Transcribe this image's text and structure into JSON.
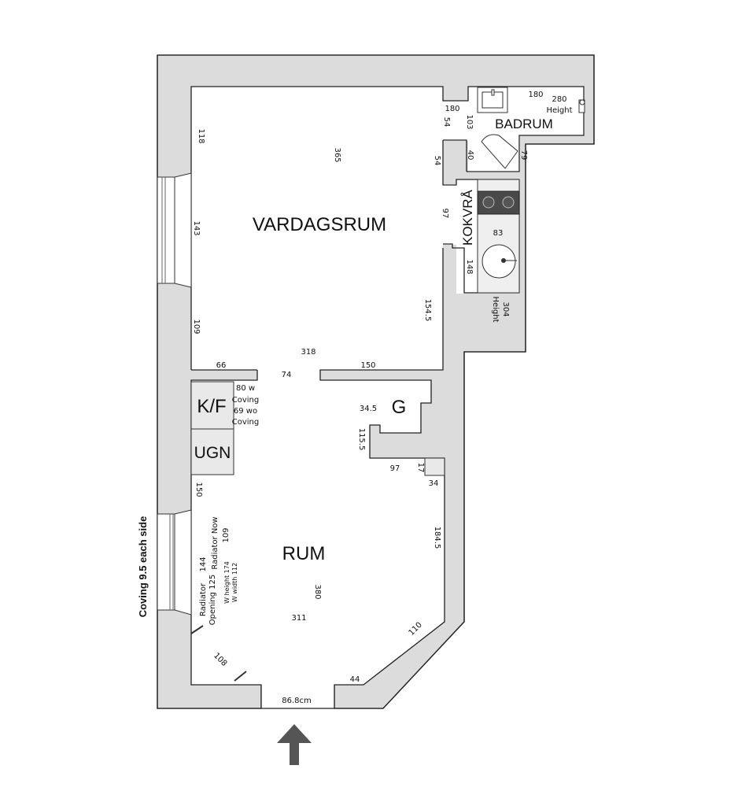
{
  "rooms": {
    "vardagsrum": "VARDAGSRUM",
    "badrum": "BADRUM",
    "kokvra": "KOKVRÅ",
    "rum": "RUM",
    "kf": "K/F",
    "ugn": "UGN",
    "g": "G"
  },
  "dimensions": {
    "d118": "118",
    "d365": "365",
    "d143": "143",
    "d109a": "109",
    "d318": "318",
    "d66": "66",
    "d74": "74",
    "d150a": "150",
    "d154_5": "154.5",
    "d180a": "180",
    "d54a": "54",
    "d103": "103",
    "d180b": "180",
    "d280": "280",
    "height1": "Height",
    "d54b": "54",
    "d40": "40",
    "d79": "79",
    "d97a": "97",
    "d83": "83",
    "d148": "148",
    "d304": "304",
    "height2": "Height",
    "d80w": "80 w",
    "coving1": "Coving",
    "d69wo": "69 wo",
    "coving2": "Coving",
    "d34_5": "34.5",
    "d115_5": "115.5",
    "d97b": "97",
    "d17": "17",
    "d34": "34",
    "d150b": "150",
    "d184_5": "184.5",
    "radiator_now": "Radiator Now",
    "d109b": "109",
    "d144": "144",
    "w_height": "W height 174",
    "w_width": "W width 112",
    "radiator": "Radiator",
    "opening": "Opening 125",
    "d380": "380",
    "d311": "311",
    "d110": "110",
    "d108": "108",
    "d44": "44",
    "d86_8": "86.8cm"
  },
  "notes": {
    "coving": "Coving 9.5 each side"
  },
  "colors": {
    "wall": "#dcdcdc",
    "arrow": "#555555"
  }
}
